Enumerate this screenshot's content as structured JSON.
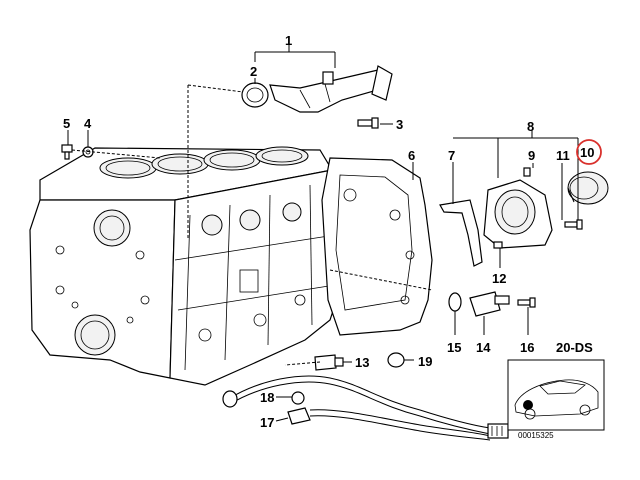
{
  "callouts": {
    "c1": "1",
    "c2": "2",
    "c3": "3",
    "c4": "4",
    "c5": "5",
    "c6": "6",
    "c7": "7",
    "c8": "8",
    "c9": "9",
    "c10": "10",
    "c11": "11",
    "c12": "12",
    "c13": "13",
    "c14": "14",
    "c15": "15",
    "c16": "16",
    "c17": "17",
    "c18": "18",
    "c19": "19"
  },
  "highlight": {
    "callout": "10",
    "color": "#d9302c"
  },
  "model_code": "20-DS",
  "diagram_number": "00015325",
  "colors": {
    "line": "#000000",
    "background": "#ffffff"
  }
}
